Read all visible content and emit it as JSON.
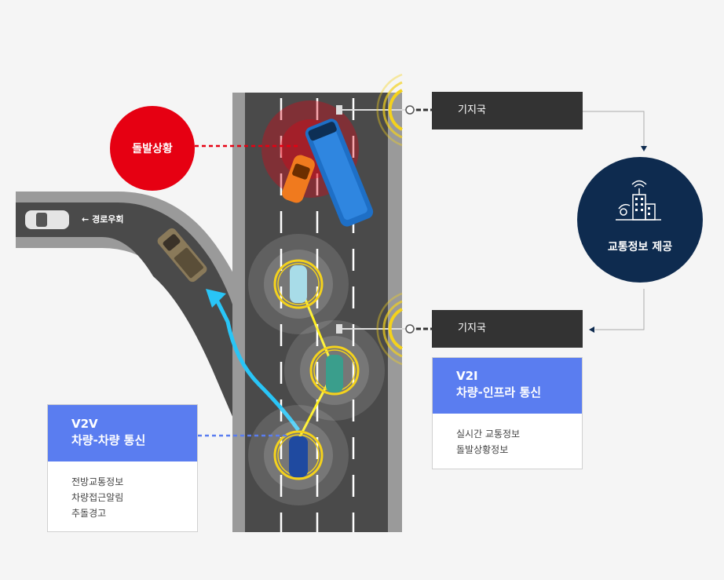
{
  "incident": {
    "label": "돌발상황",
    "color": "#e60012"
  },
  "detour": {
    "arrow": "←",
    "label": "경로우회"
  },
  "stations": [
    {
      "label": "기지국"
    },
    {
      "label": "기지국"
    }
  ],
  "traffic_info": {
    "label": "교통정보 제공",
    "color": "#0e2b4f"
  },
  "v2v": {
    "title": "V2V",
    "subtitle": "차량-차량 통신",
    "items": [
      "전방교통정보",
      "차량접근알림",
      "추돌경고"
    ],
    "accent": "#5a7df0"
  },
  "v2i": {
    "title": "V2I",
    "subtitle": "차량-인프라 통신",
    "items": [
      "실시간 교통정보",
      "돌발상황정보"
    ],
    "accent": "#5a7df0"
  },
  "colors": {
    "road": "#4a4a4a",
    "curb": "#9a9a9a",
    "signal": "#f4d21c",
    "link": "#ffee00",
    "route": "#29c5f6"
  }
}
